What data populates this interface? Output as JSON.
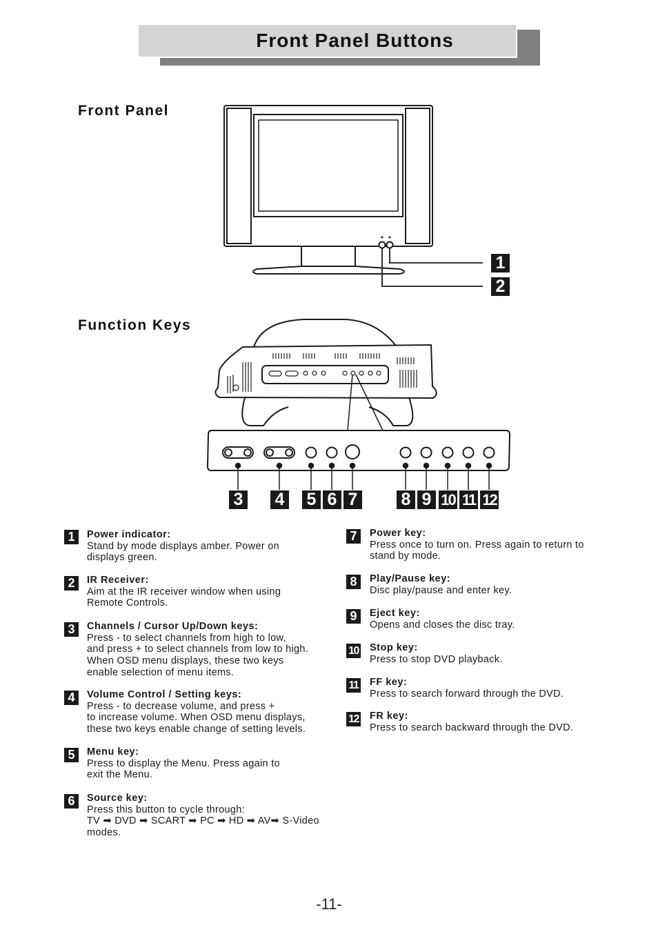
{
  "header": {
    "title": "Front Panel Buttons"
  },
  "sections": {
    "front_panel": "Front  Panel",
    "function_keys": "Function  Keys"
  },
  "callouts": {
    "front": [
      "1",
      "2"
    ],
    "function": [
      "3",
      "4",
      "5",
      "6",
      "7",
      "8",
      "9",
      "10",
      "11",
      "12"
    ]
  },
  "descriptions": [
    {
      "num": "1",
      "title": "Power indicator:",
      "body": "Stand by mode displays amber. Power on\ndisplays green."
    },
    {
      "num": "2",
      "title": "IR Receiver:",
      "body": "Aim at the IR receiver window when using\nRemote Controls."
    },
    {
      "num": "3",
      "title": "Channels / Cursor Up/Down keys:",
      "body": "Press - to select channels from high to low,\nand press + to select channels from low to high.\nWhen OSD menu displays, these two keys\nenable selection of menu items."
    },
    {
      "num": "4",
      "title": "Volume Control / Setting keys:",
      "body": "Press - to decrease volume, and press +\nto increase volume. When OSD menu displays,\nthese two keys enable change of setting levels."
    },
    {
      "num": "5",
      "title": "Menu key:",
      "body": "Press to display the Menu. Press again to\nexit the Menu."
    },
    {
      "num": "6",
      "title": "Source key:",
      "body": "Press this button to cycle through:\nTV ➡ DVD ➡ SCART ➡ PC ➡ HD ➡ AV➡ S-Video\nmodes."
    },
    {
      "num": "7",
      "title": "Power key:",
      "body": "Press once to turn on. Press again to return to\nstand by mode."
    },
    {
      "num": "8",
      "title": "Play/Pause key:",
      "body": "Disc play/pause and enter key."
    },
    {
      "num": "9",
      "title": "Eject key:",
      "body": "Opens and closes the disc tray."
    },
    {
      "num": "10",
      "title": "Stop key:",
      "body": "Press to stop DVD playback."
    },
    {
      "num": "11",
      "title": "FF key:",
      "body": "Press to search forward through the DVD."
    },
    {
      "num": "12",
      "title": "FR key:",
      "body": "Press to search backward through the DVD."
    }
  ],
  "footer": {
    "page_number": "-11-"
  },
  "colors": {
    "title_bg": "#d4d4d4",
    "title_shadow": "#7f7f7f",
    "badge": "#1a1a1a",
    "line": "#1a1a1a"
  }
}
